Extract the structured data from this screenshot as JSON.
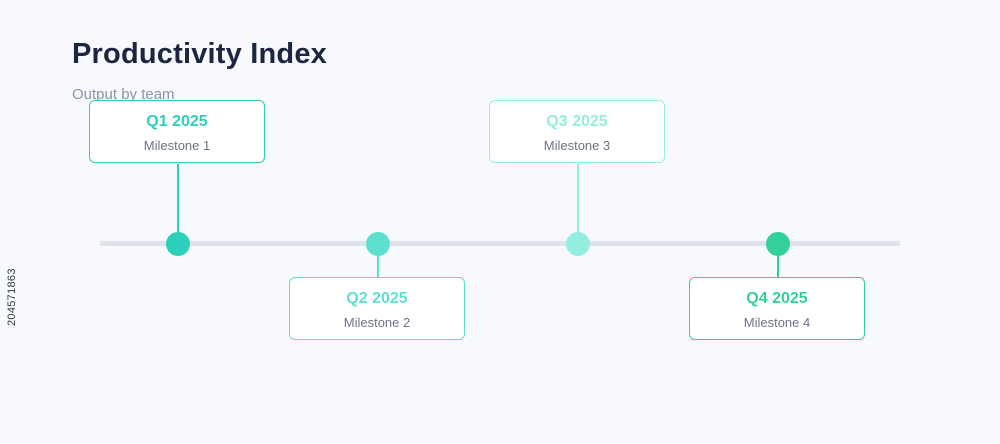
{
  "header": {
    "title": "Productivity Index",
    "subtitle": "Output by team"
  },
  "milestones": [
    {
      "quarter": "Q1 2025",
      "label": "Milestone 1",
      "color": "#2ccfba",
      "placement": "above"
    },
    {
      "quarter": "Q2 2025",
      "label": "Milestone 2",
      "color": "#5ee0cf",
      "placement": "below"
    },
    {
      "quarter": "Q3 2025",
      "label": "Milestone 3",
      "color": "#94eedf",
      "placement": "above"
    },
    {
      "quarter": "Q4 2025",
      "label": "Milestone 4",
      "color": "#33d19a",
      "placement": "below"
    }
  ],
  "colors": {
    "track": "#dde3ea",
    "title": "#1b2640",
    "subtitle": "#8a94a6",
    "background": "#f7f9fc"
  },
  "watermark_id": "204571863"
}
